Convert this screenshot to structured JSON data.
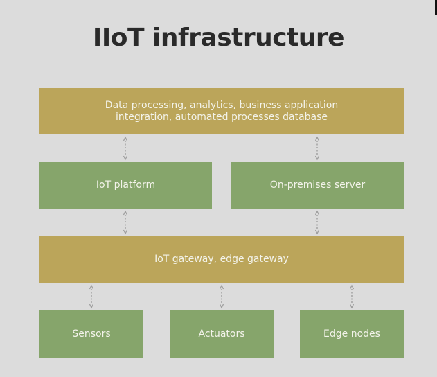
{
  "title": "IIoT infrastructure",
  "layers": {
    "application": {
      "line1": "Data processing, analytics, business application",
      "line2": "integration, automated processes database"
    },
    "platform": "IoT platform",
    "server": "On-premises server",
    "gateway": "IoT gateway, edge gateway",
    "sensors": "Sensors",
    "actuators": "Actuators",
    "edge_nodes": "Edge nodes"
  },
  "colors": {
    "gold": "#bba55a",
    "green": "#86a56b",
    "background": "#dcdcdc",
    "connector": "#9a9a9a"
  }
}
